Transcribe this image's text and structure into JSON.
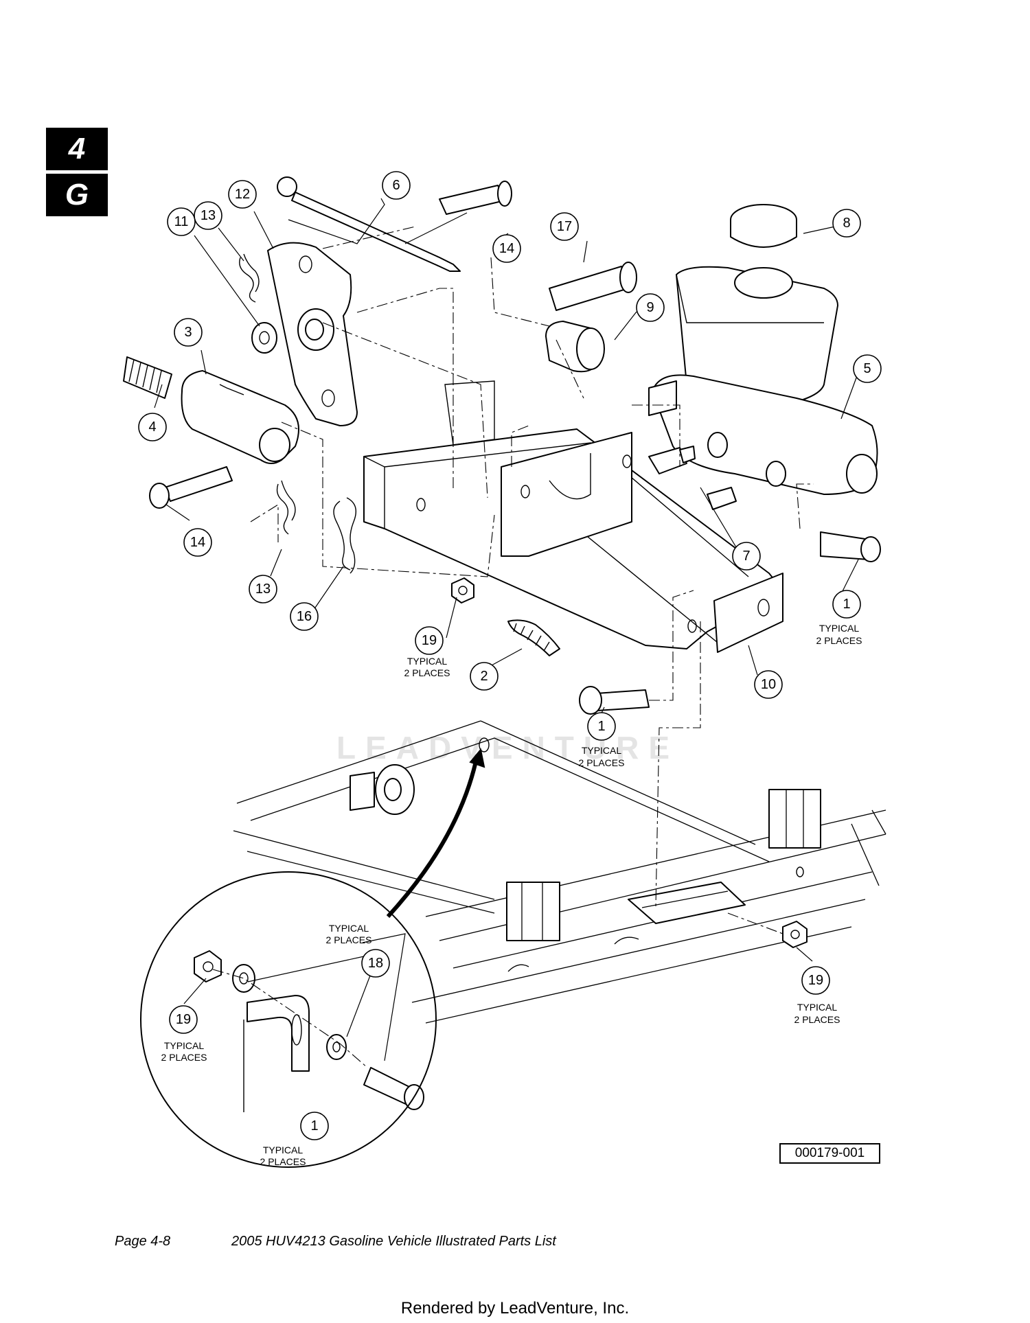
{
  "section_tab": {
    "number": "4",
    "letter": "G"
  },
  "watermark": "LEADVENTURE",
  "callouts": {
    "c1a": "1",
    "c1b": "1",
    "c1c": "1",
    "c2": "2",
    "c3": "3",
    "c4": "4",
    "c5": "5",
    "c6": "6",
    "c7": "7",
    "c8": "8",
    "c9": "9",
    "c10": "10",
    "c11": "11",
    "c12": "12",
    "c13a": "13",
    "c13b": "13",
    "c14a": "14",
    "c14b": "14",
    "c16": "16",
    "c17": "17",
    "c18": "18",
    "c19a": "19",
    "c19b": "19",
    "c19c": "19"
  },
  "notes": {
    "typical": "TYPICAL",
    "places": "2 PLACES"
  },
  "figure_id": "000179-001",
  "footer": {
    "page": "Page 4-8",
    "title": "2005 HUV4213 Gasoline Vehicle Illustrated Parts List"
  },
  "rendered_by": "Rendered by LeadVenture, Inc."
}
